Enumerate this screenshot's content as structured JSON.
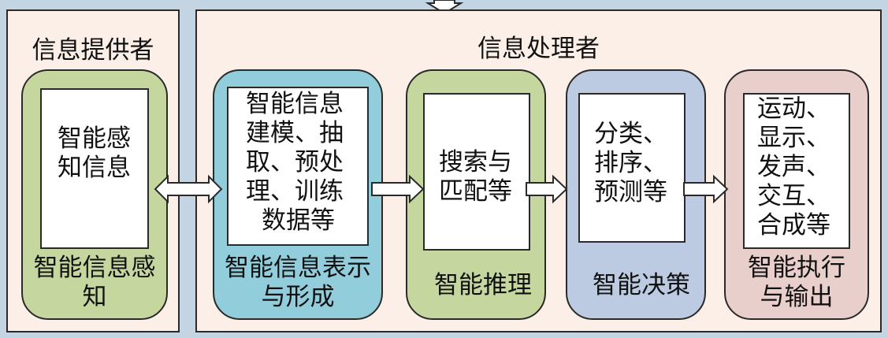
{
  "provider": {
    "title": "信息提供者",
    "module": {
      "inner_lines": [
        "智能感",
        "知信息"
      ],
      "caption_lines": [
        "智能信息感",
        "知"
      ],
      "fill": "#c5d79f"
    }
  },
  "processor": {
    "title": "信息处理者",
    "modules": [
      {
        "inner_lines": [
          "智能信息",
          "建模、抽",
          "取、预处",
          "理、训练",
          "数据等"
        ],
        "caption_lines": [
          "智能信息表示",
          "与形成"
        ],
        "fill": "#92cddb"
      },
      {
        "inner_lines": [
          "搜索与",
          "匹配等"
        ],
        "caption_lines": [
          "智能推理"
        ],
        "fill": "#c5d79f"
      },
      {
        "inner_lines": [
          "分类、",
          "排序、",
          "预测等"
        ],
        "caption_lines": [
          "智能决策"
        ],
        "fill": "#bccbe1"
      },
      {
        "inner_lines": [
          "运动、",
          "显示、",
          "发声、",
          "交互、",
          "合成等"
        ],
        "caption_lines": [
          "智能执行",
          "与输出"
        ],
        "fill": "#e9cfcb"
      }
    ]
  },
  "colors": {
    "background": "#c3d4e3",
    "panel": "#fbefe8",
    "stroke": "#2a2a2a"
  }
}
